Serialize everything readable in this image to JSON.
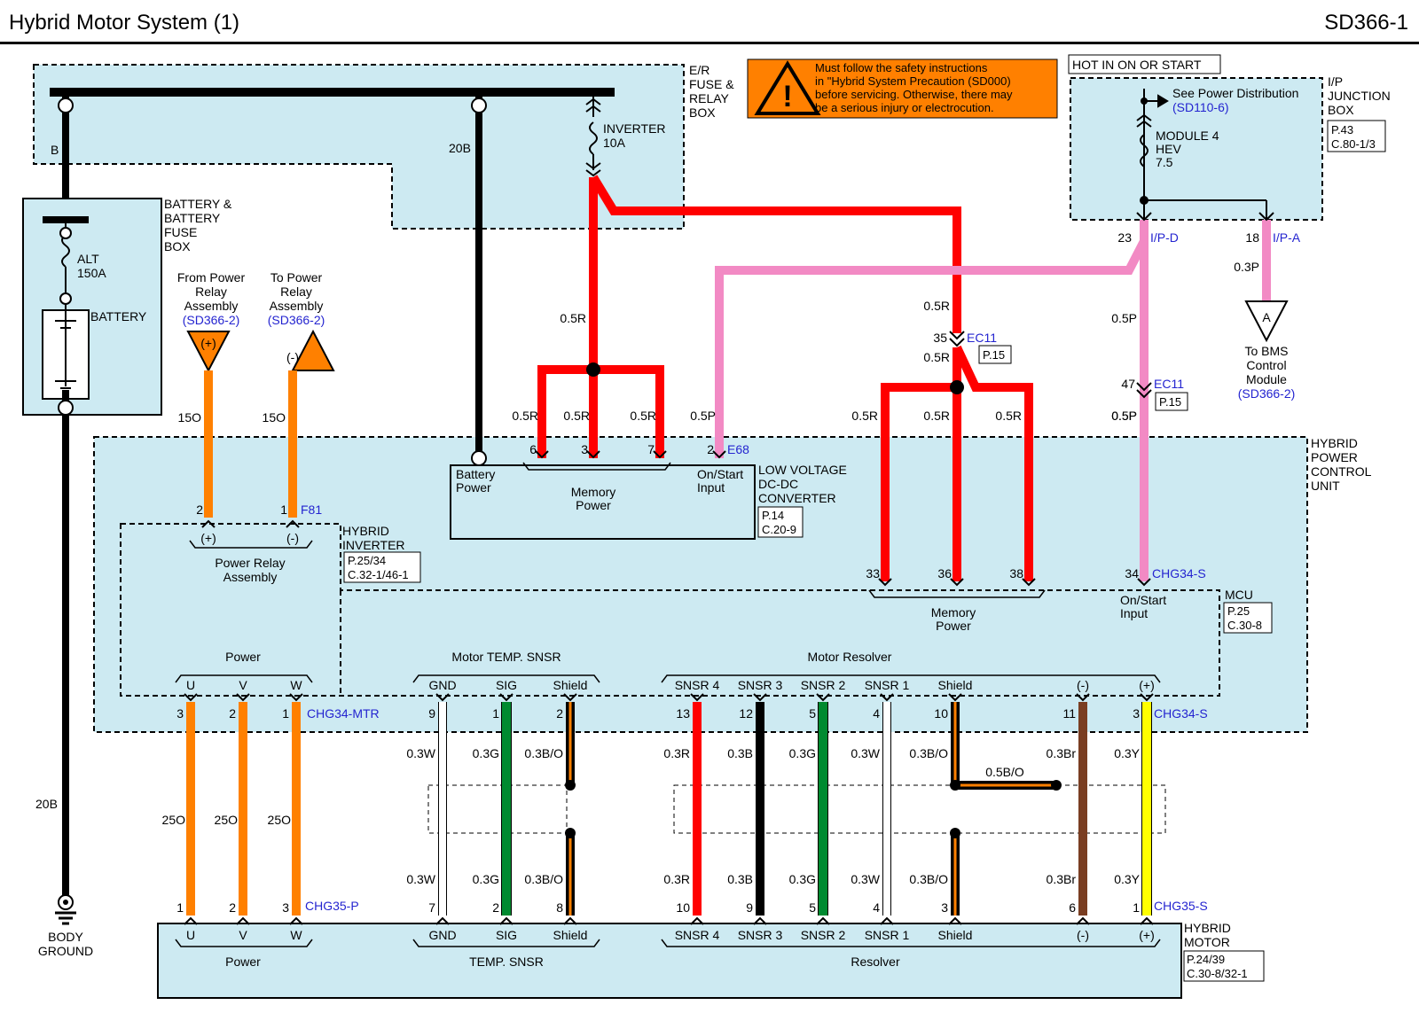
{
  "header": {
    "title": "Hybrid Motor System (1)",
    "code": "SD366-1"
  },
  "colors": {
    "red": "#ff0000",
    "pink": "#f28ac4",
    "orange": "#ff8000",
    "black": "#000000",
    "green": "#008a30",
    "white": "#ffffff",
    "brown": "#7a3e22",
    "yellow": "#ffff00",
    "box": "#cdeaf2",
    "link": "#2424d0"
  },
  "warning": {
    "text": [
      "Must follow the safety instructions",
      "in \"Hybrid System Precaution (SD000)",
      "before servicing. Otherwise, there may",
      "be a serious injury or electrocution."
    ]
  },
  "er_box": {
    "label": [
      "E/R",
      "FUSE &",
      "RELAY",
      "BOX"
    ],
    "fuse": [
      "INVERTER",
      "10A"
    ],
    "wire_b": "B",
    "wire_20b": "20B"
  },
  "battery": {
    "label": [
      "BATTERY &",
      "BATTERY",
      "FUSE",
      "BOX"
    ],
    "fuse": [
      "ALT",
      "150A"
    ],
    "battery": "BATTERY"
  },
  "ground": {
    "wire": "20B",
    "label": [
      "BODY",
      "GROUND"
    ]
  },
  "hot": {
    "label": "HOT IN ON OR START"
  },
  "ip_box": {
    "label": [
      "I/P",
      "JUNCTION",
      "BOX"
    ],
    "see": "See Power Distribution",
    "see_ref": "(SD110-6)",
    "fuse": [
      "MODULE 4",
      "HEV",
      "7.5"
    ],
    "ref": [
      "P.43",
      "C.80-1/3"
    ],
    "pin_d": "23",
    "conn_d": "I/P-D",
    "pin_a": "18",
    "conn_a": "I/P-A",
    "wire_a": "0.3P",
    "wire_d": "0.5P"
  },
  "bms": {
    "letter": "A",
    "label": [
      "To BMS",
      "Control",
      "Module"
    ],
    "ref": "(SD366-2)"
  },
  "from_relay": {
    "label": [
      "From Power",
      "Relay",
      "Assembly"
    ],
    "ref": "(SD366-2)",
    "sym": "(+)",
    "wire": "15O"
  },
  "to_relay": {
    "label": [
      "To Power",
      "Relay",
      "Assembly"
    ],
    "ref": "(SD366-2)",
    "sym": "(-)",
    "wire": "15O"
  },
  "ec11_top": {
    "pin": "35",
    "conn": "EC11",
    "ref": "P.15",
    "wire_in": "0.5R",
    "wire_out": "0.5R"
  },
  "ec11_bot": {
    "pin": "47",
    "conn": "EC11",
    "ref": "P.15",
    "wire_out": "0.5P"
  },
  "ldc": {
    "label": [
      "LOW VOLTAGE",
      "DC-DC",
      "CONVERTER"
    ],
    "ref": [
      "P.14",
      "C.20-9"
    ],
    "conn": "E68",
    "pins": [
      "6",
      "3",
      "7",
      "2"
    ],
    "wires": [
      "0.5R",
      "0.5R",
      "0.5R",
      "0.5P"
    ],
    "feed": "0.5R",
    "battery_power": [
      "Battery",
      "Power"
    ],
    "memory_power": [
      "Memory",
      "Power"
    ],
    "on_start": [
      "On/Start",
      "Input"
    ]
  },
  "hpcu": {
    "label": [
      "HYBRID",
      "POWER",
      "CONTROL",
      "UNIT"
    ]
  },
  "inverter": {
    "label": [
      "HYBRID",
      "INVERTER"
    ],
    "ref": [
      "P.25/34",
      "C.32-1/46-1"
    ],
    "conn": "F81",
    "pins": [
      "2",
      "1"
    ],
    "relay_label": [
      "Power Relay",
      "Assembly"
    ],
    "plus": "(+)",
    "minus": "(-)"
  },
  "mcu": {
    "label": "MCU",
    "ref": [
      "P.25",
      "C.30-8"
    ],
    "conn": "CHG34-S",
    "pins": [
      "33",
      "36",
      "38",
      "34"
    ],
    "wires": [
      "0.5R",
      "0.5R",
      "0.5R",
      "0.5P"
    ],
    "memory_power": [
      "Memory",
      "Power"
    ],
    "on_start": [
      "On/Start",
      "Input"
    ]
  },
  "groups": {
    "power": "Power",
    "temp": "Motor TEMP. SNSR",
    "resolver": "Motor Resolver"
  },
  "upper_conn": {
    "mtr": "CHG34-MTR",
    "s": "CHG34-S"
  },
  "lower_conn": {
    "p": "CHG35-P",
    "s": "CHG35-S"
  },
  "signals": [
    {
      "name": "U",
      "up": "3",
      "lo": "1",
      "w1": "25O",
      "w2": ""
    },
    {
      "name": "V",
      "up": "2",
      "lo": "2",
      "w1": "25O",
      "w2": ""
    },
    {
      "name": "W",
      "up": "1",
      "lo": "3",
      "w1": "25O",
      "w2": ""
    },
    {
      "name": "GND",
      "up": "9",
      "lo": "7",
      "w1": "0.3W",
      "w2": "0.3W"
    },
    {
      "name": "SIG",
      "up": "1",
      "lo": "2",
      "w1": "0.3G",
      "w2": "0.3G"
    },
    {
      "name": "Shield",
      "up": "2",
      "lo": "8",
      "w1": "0.3B/O",
      "w2": "0.3B/O"
    },
    {
      "name": "SNSR 4",
      "up": "13",
      "lo": "10",
      "w1": "0.3R",
      "w2": "0.3R"
    },
    {
      "name": "SNSR 3",
      "up": "12",
      "lo": "9",
      "w1": "0.3B",
      "w2": "0.3B"
    },
    {
      "name": "SNSR 2",
      "up": "5",
      "lo": "5",
      "w1": "0.3G",
      "w2": "0.3G"
    },
    {
      "name": "SNSR 1",
      "up": "4",
      "lo": "4",
      "w1": "0.3W",
      "w2": "0.3W"
    },
    {
      "name": "Shield",
      "up": "10",
      "lo": "3",
      "w1": "0.3B/O",
      "w2": "0.3B/O"
    },
    {
      "name": "(-)",
      "up": "11",
      "lo": "6",
      "w1": "0.3Br",
      "w2": "0.3Br"
    },
    {
      "name": "(+)",
      "up": "3",
      "lo": "1",
      "w1": "0.3Y",
      "w2": "0.3Y"
    }
  ],
  "shield_jumper": "0.5B/O",
  "motor": {
    "label": [
      "HYBRID",
      "MOTOR"
    ],
    "ref": [
      "P.24/39",
      "C.30-8/32-1"
    ],
    "power": "Power",
    "temp": "TEMP. SNSR",
    "resolver": "Resolver"
  }
}
